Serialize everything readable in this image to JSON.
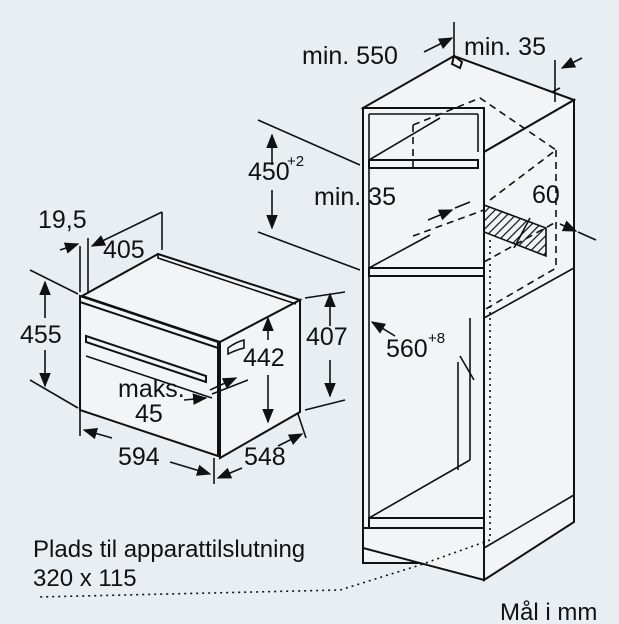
{
  "dimensions": {
    "min_550": "min. 550",
    "min_35_top": "min. 35",
    "h450": "450",
    "h450_tol": "+2",
    "min_35_inner": "min. 35",
    "d60": "60",
    "w560": "560",
    "w560_tol": "+8",
    "d19_5": "19,5",
    "d405": "405",
    "h455": "455",
    "h442": "442",
    "h407": "407",
    "maks": "maks.",
    "maks_45": "45",
    "w594": "594",
    "d548": "548"
  },
  "notes": {
    "space_line1": "Plads til apparattilslutning",
    "space_line2": "320 x 115",
    "units": "Mål i mm"
  },
  "colors": {
    "background": "#e9eef3",
    "line": "#111111",
    "hatch": "#111111"
  }
}
